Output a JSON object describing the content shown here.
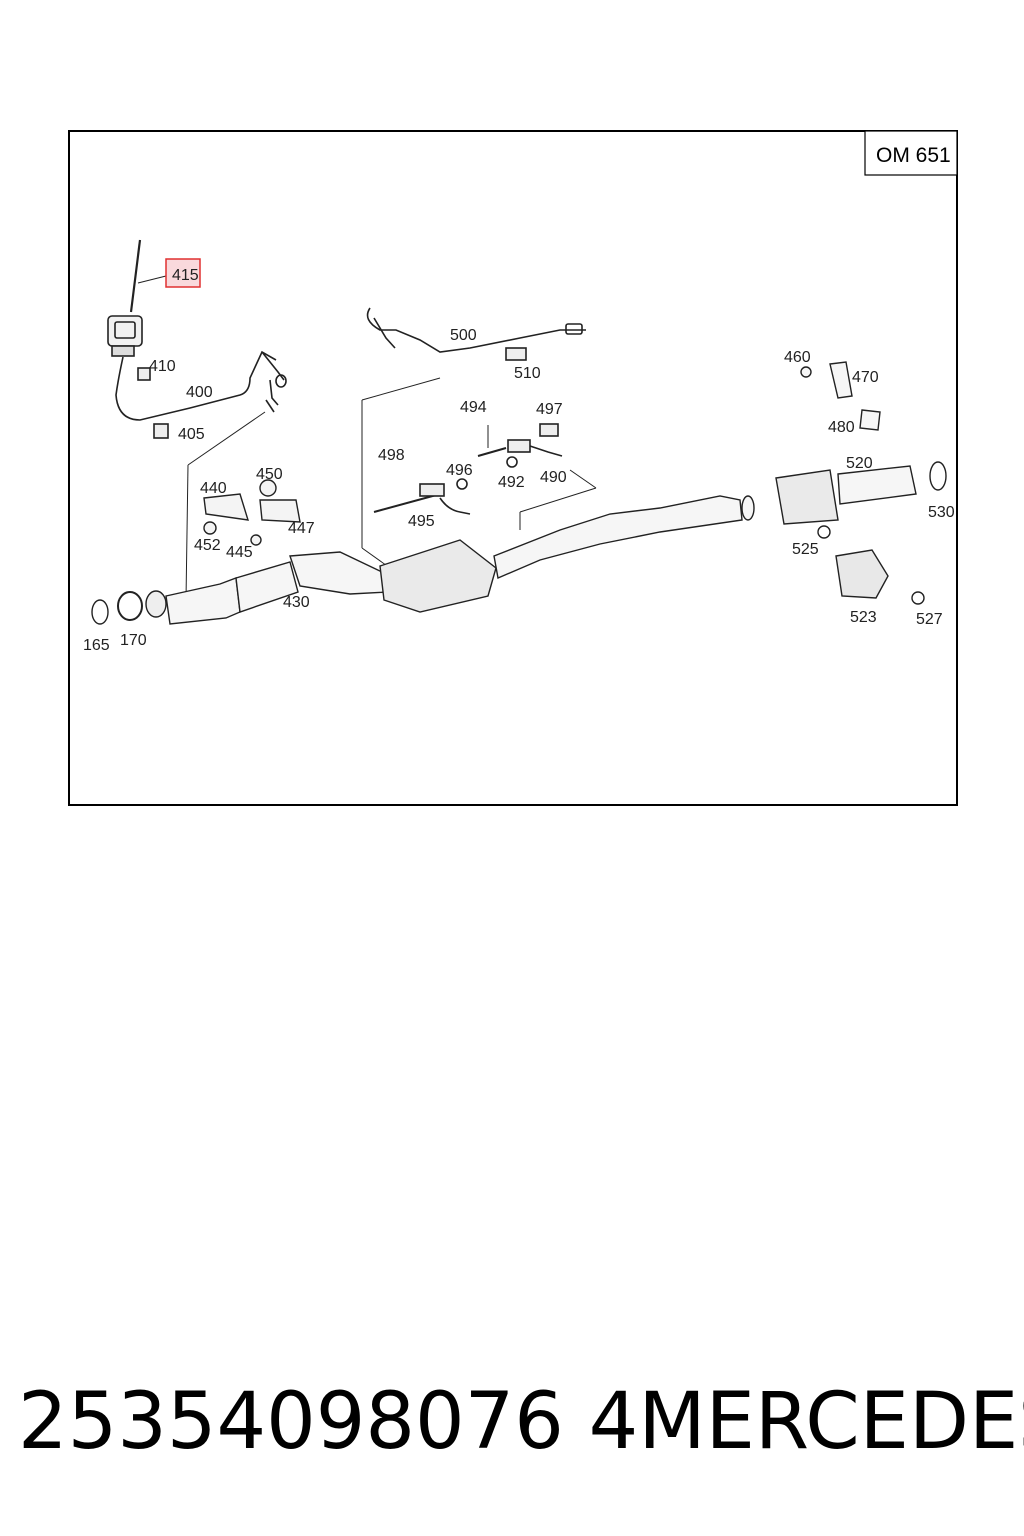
{
  "diagram": {
    "engine_code": "OM 651",
    "highlighted_part": "415",
    "callouts": [
      "415",
      "410",
      "400",
      "405",
      "500",
      "510",
      "460",
      "470",
      "480",
      "494",
      "497",
      "498",
      "496",
      "492",
      "490",
      "495",
      "440",
      "450",
      "447",
      "452",
      "445",
      "430",
      "165",
      "170",
      "520",
      "530",
      "525",
      "523",
      "527"
    ]
  },
  "footer": {
    "part_number": "25354098076 4",
    "brand": "MERCEDES"
  },
  "colors": {
    "highlight_fill": "#f9d9dc",
    "highlight_stroke": "#e03030"
  }
}
